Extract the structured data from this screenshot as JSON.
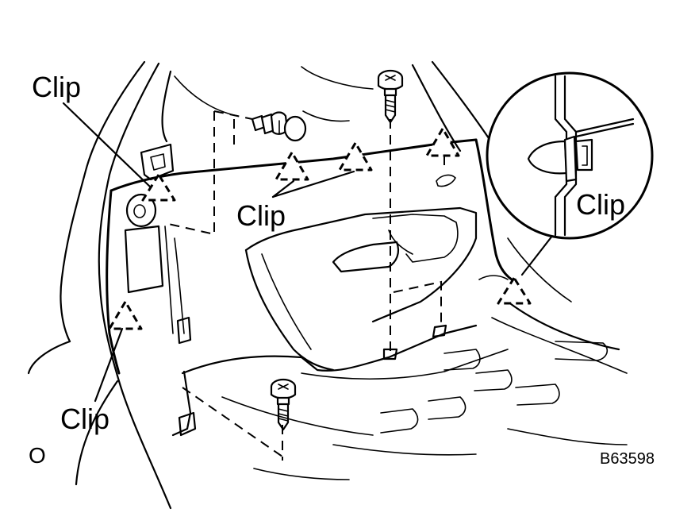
{
  "labels": {
    "clip_upper_left": "Clip",
    "clip_center": "Clip",
    "clip_detail": "Clip",
    "clip_lower_left": "Clip"
  },
  "figure_code": "B63598",
  "corner_mark": "O",
  "icons": [
    "clip-marker-triangle",
    "bolt-icon",
    "clip-fastener",
    "detail-magnifier-circle"
  ]
}
